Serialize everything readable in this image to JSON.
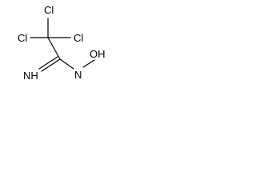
{
  "molecule": {
    "atoms": {
      "cl_top": "Cl",
      "cl_left": "Cl",
      "cl_right": "Cl",
      "imine_n": "NH",
      "amide_n": "N",
      "hydroxyl": "OH"
    }
  },
  "colors": {
    "bond": "#000000",
    "label": "#000000",
    "background": "#ffffff"
  }
}
